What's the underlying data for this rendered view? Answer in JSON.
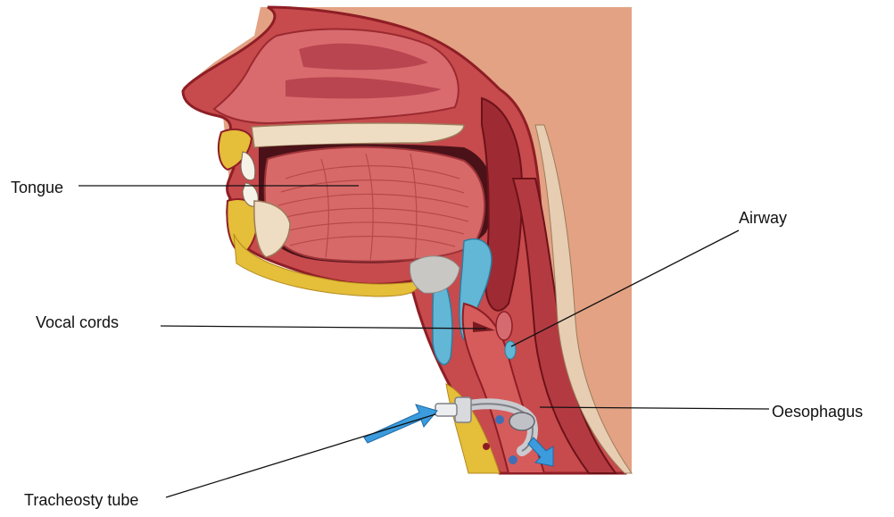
{
  "labels": {
    "tongue": "Tongue",
    "airway": "Airway",
    "vocal_cords": "Vocal cords",
    "oesophagus": "Oesophagus",
    "tracheostomy_tube": "Tracheosty tube"
  },
  "colors": {
    "background_panel": "#E3A283",
    "skin": "#C74A4D",
    "skin_dark": "#8E1E25",
    "tissue": "#D65C5C",
    "tongue": "#D76A68",
    "tongue_lines": "#B9474B",
    "bone": "#EEDDC2",
    "fat": "#E5BE3A",
    "cartilage_blue": "#62B6D6",
    "tube": "#C9CBD0",
    "arrow": "#3B9BDD",
    "leader_line": "#111111"
  }
}
